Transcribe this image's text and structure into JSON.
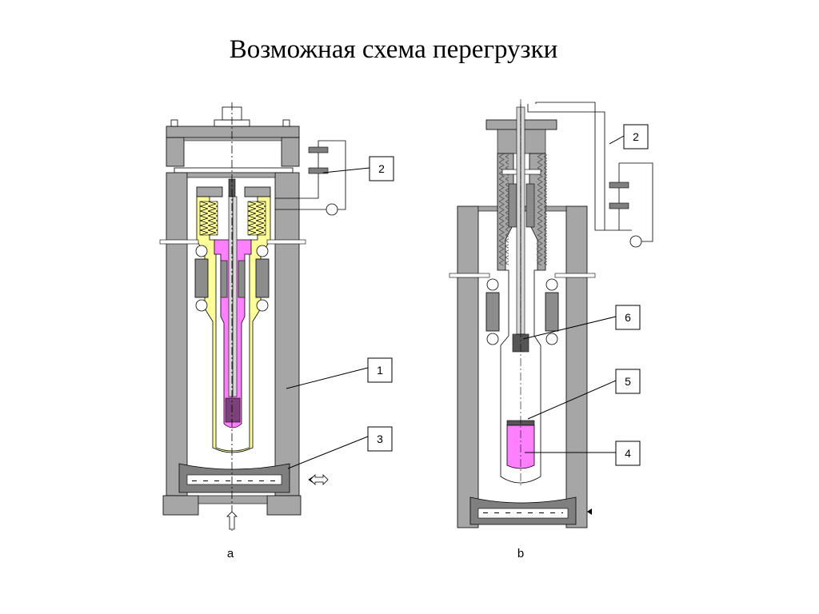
{
  "title": "Возможная схема перегрузки",
  "diagram_a": {
    "caption": "a",
    "callouts": [
      "1",
      "2",
      "3"
    ]
  },
  "diagram_b": {
    "caption": "b",
    "callouts": [
      "2",
      "6",
      "5",
      "4"
    ]
  },
  "colors": {
    "steel": "#a6a6a6",
    "dark_steel": "#7f7f7f",
    "magnet": "#8c8c8c",
    "yellow": "#ffff99",
    "pink": "#ff80ff",
    "outline": "#000000"
  }
}
